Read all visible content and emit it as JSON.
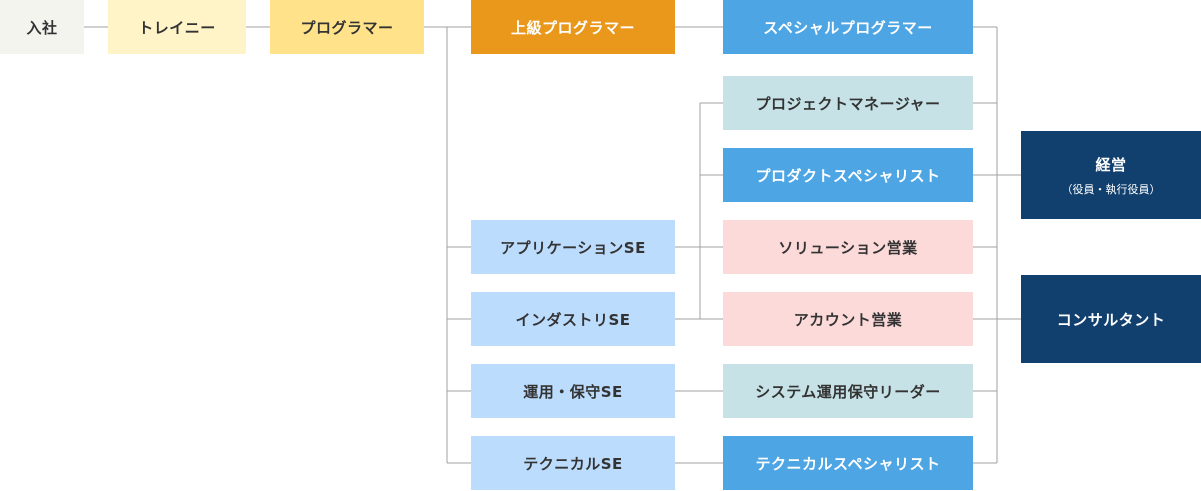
{
  "colors": {
    "entry": "#f4f4ef",
    "trainee": "#fff3c8",
    "programmer": "#ffe28a",
    "senior": "#ea981c",
    "blue": "#4ea5e3",
    "light_blue": "#bcdcfd",
    "pale_teal": "#c6e2e7",
    "pink": "#fddada",
    "navy": "#11406f",
    "line": "#a0a0a0"
  },
  "nodes": {
    "entry": "入社",
    "trainee": "トレイニー",
    "programmer": "プログラマー",
    "senior_programmer": "上級プログラマー",
    "special_programmer": "スペシャルプログラマー",
    "project_manager": "プロジェクトマネージャー",
    "product_specialist": "プロダクトスペシャリスト",
    "application_se": "アプリケーションSE",
    "solution_sales": "ソリューション営業",
    "industry_se": "インダストリSE",
    "account_sales": "アカウント営業",
    "operation_se": "運用・保守SE",
    "system_leader": "システム運用保守リーダー",
    "technical_se": "テクニカルSE",
    "technical_specialist": "テクニカルスペシャリスト",
    "management": "経営",
    "management_sub": "（役員・執行役員）",
    "consultant": "コンサルタント"
  }
}
